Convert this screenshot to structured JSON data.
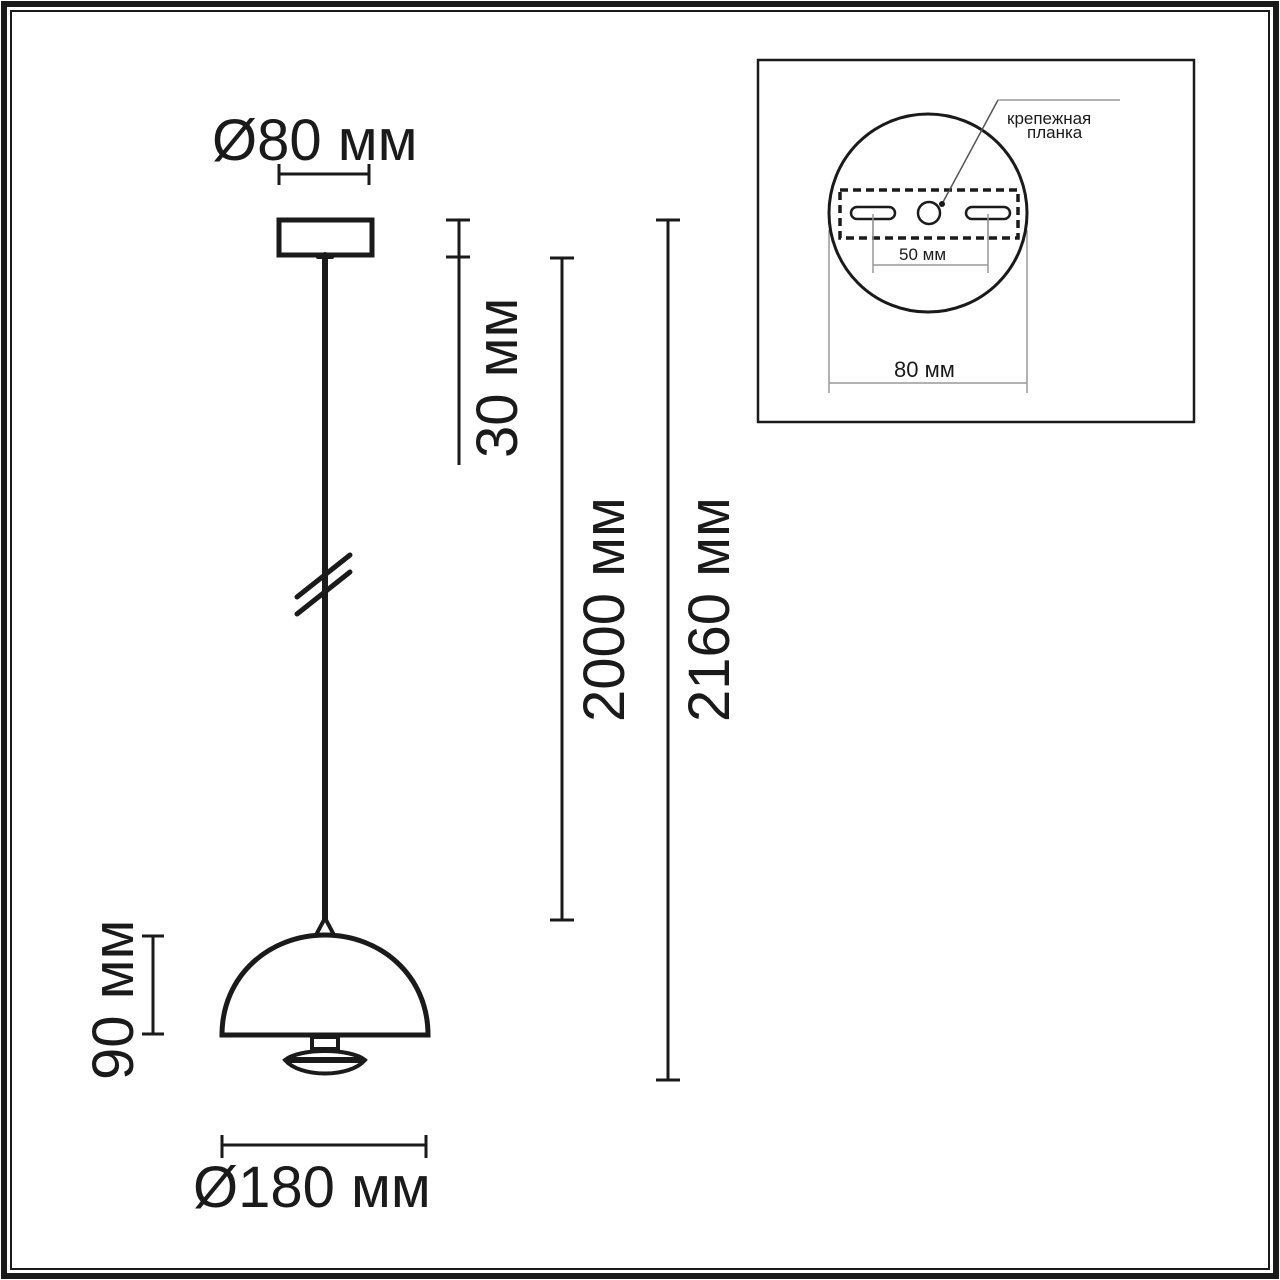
{
  "diagram": {
    "type": "technical-drawing",
    "subject": "pendant lamp dimensions",
    "colors": {
      "line": "#1a1a1a",
      "thin_line": "#888888",
      "background": "#ffffff"
    },
    "labels": {
      "canopy_diameter": "Ø80 мм",
      "canopy_height": "30 мм",
      "cord_length": "2000 мм",
      "total_height": "2160 мм",
      "shade_height": "90 мм",
      "shade_diameter": "Ø180 мм"
    },
    "inset": {
      "callout": "крепежная",
      "callout_line2": "планка",
      "slot_spacing": "50 мм",
      "plate_diameter": "80 мм"
    }
  }
}
